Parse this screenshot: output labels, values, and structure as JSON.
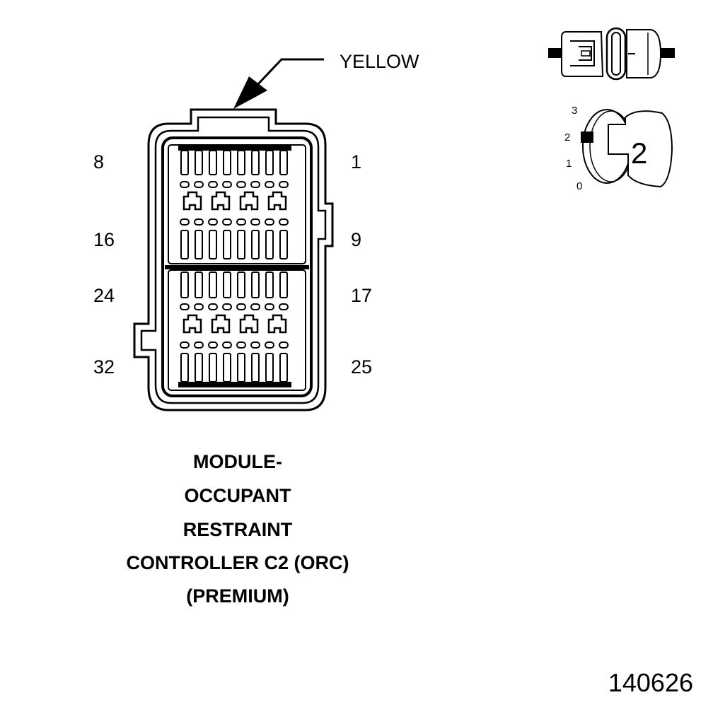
{
  "connector": {
    "color_label": "YELLOW",
    "pin_labels": {
      "top_left": "8",
      "top_right": "1",
      "upper_mid_left": "16",
      "upper_mid_right": "9",
      "lower_mid_left": "24",
      "lower_mid_right": "17",
      "bottom_left": "32",
      "bottom_right": "25"
    },
    "title_lines": [
      "MODULE-",
      "OCCUPANT",
      "RESTRAINT",
      "CONTROLLER C2 (ORC)",
      "(PREMIUM)"
    ]
  },
  "cavity_index": {
    "scale": [
      "3",
      "2",
      "1",
      "0"
    ],
    "value": "2"
  },
  "figure_number": "140626"
}
